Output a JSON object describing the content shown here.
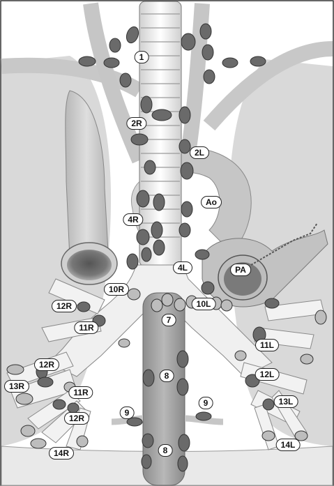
{
  "diagram": {
    "colors": {
      "background": "#ffffff",
      "lung": "#d9d9d9",
      "vessel": "#c2c2c2",
      "airway": "#f2f2f2",
      "esophagus": "#a9a9a9",
      "node": "#6a6a6a",
      "outline": "#333333"
    },
    "labels": {
      "n1": "1",
      "n2R": "2R",
      "n2L": "2L",
      "n4R": "4R",
      "n4L": "4L",
      "Ao": "Ao",
      "PA": "PA",
      "n10R": "10R",
      "n10L": "10L",
      "n7": "7",
      "n12R_upper": "12R",
      "n11R_upper": "11R",
      "n11L": "11L",
      "n12L": "12L",
      "n13L": "13L",
      "n14L": "14L",
      "n8_upper": "8",
      "n8_lower": "8",
      "n9_right": "9",
      "n9_left": "9",
      "n12R_lower": "12R",
      "n13R": "13R",
      "n11R_lower": "11R",
      "n12R_bottom": "12R",
      "n14R": "14R"
    }
  }
}
